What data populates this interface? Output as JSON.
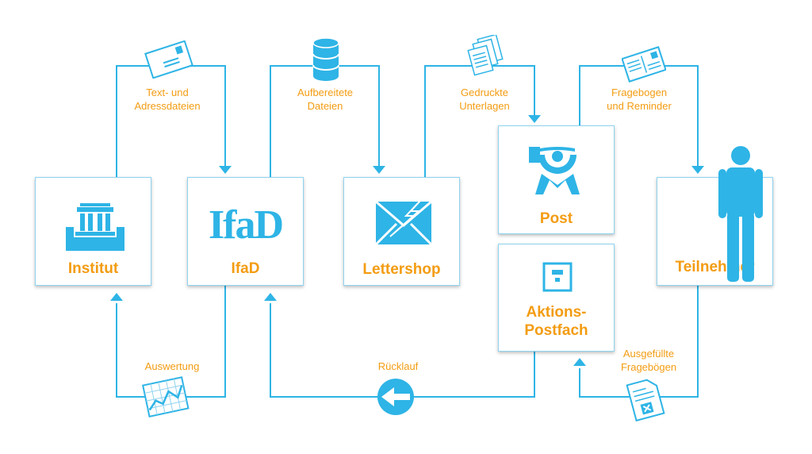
{
  "colors": {
    "accent": "#2eb4e6",
    "label": "#f39c12",
    "box_border": "#8fd3ef"
  },
  "nodes": {
    "institut": {
      "label": "Institut",
      "icon": "institution-building-icon"
    },
    "ifad": {
      "label": "IfaD",
      "logo_text": "IfaD",
      "icon": "ifad-logo"
    },
    "lettershop": {
      "label": "Lettershop",
      "icon": "envelope-lightning-icon"
    },
    "post": {
      "label": "Post",
      "icon": "post-horn-icon"
    },
    "postfach": {
      "label_line1": "Aktions-",
      "label_line2": "Postfach",
      "icon": "mailbox-icon"
    },
    "teilnehmer": {
      "label": "Teilnehmer",
      "icon": "person-icon"
    }
  },
  "flows": {
    "text_adress": {
      "line1": "Text- und",
      "line2": "Adressdateien",
      "icon": "letter-icon"
    },
    "aufbereitete": {
      "line1": "Aufbereitete",
      "line2": "Dateien",
      "icon": "database-icon"
    },
    "gedruckte": {
      "line1": "Gedruckte",
      "line2": "Unterlagen",
      "icon": "documents-icon"
    },
    "fragebogen": {
      "line1": "Fragebogen",
      "line2": "und Reminder",
      "icon": "postcard-icon"
    },
    "auswertung": {
      "line1": "Auswertung",
      "icon": "chart-icon"
    },
    "ruecklauf": {
      "line1": "Rücklauf",
      "icon": "return-arrow-icon"
    },
    "ausgefuellte": {
      "line1": "Ausgefüllte",
      "line2": "Fragebögen",
      "icon": "filled-form-icon"
    }
  }
}
